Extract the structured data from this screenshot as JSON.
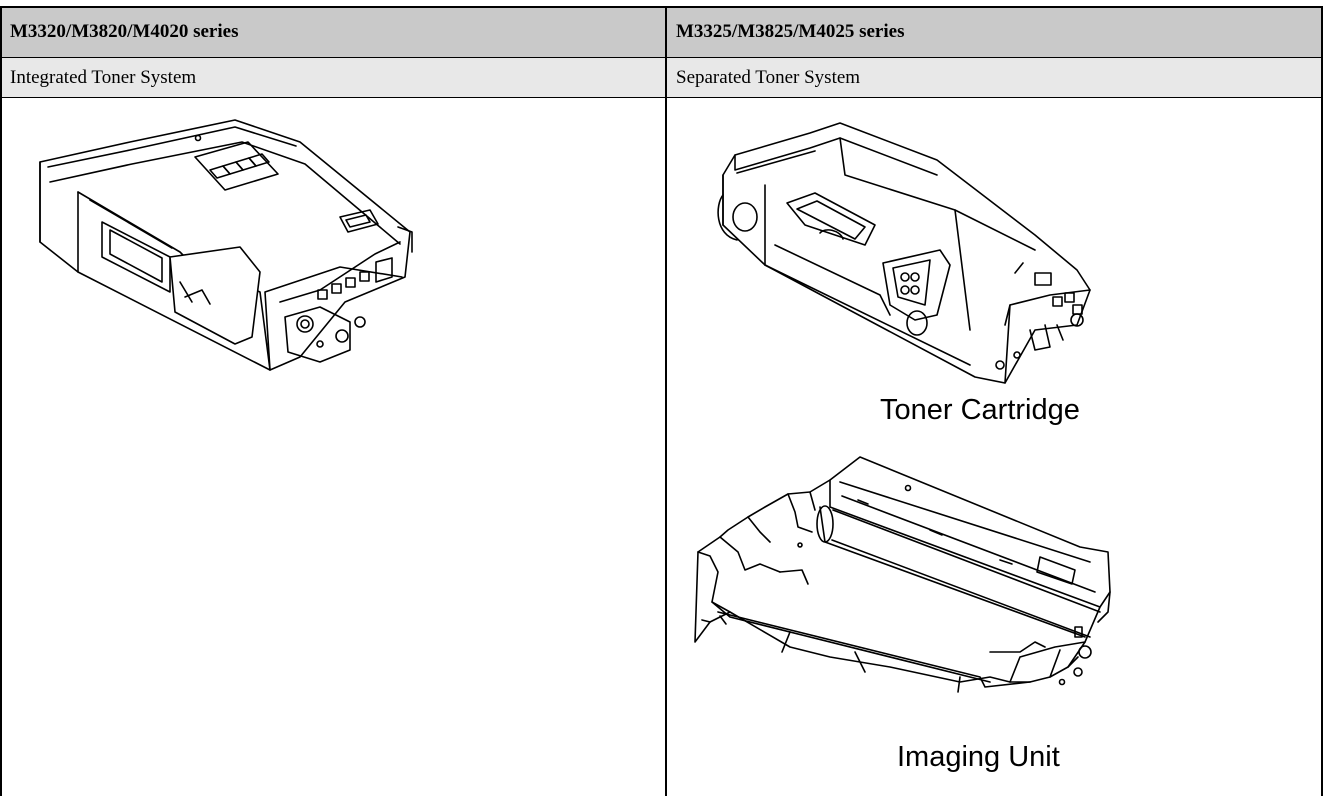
{
  "table": {
    "headers": [
      "M3320/M3820/M4020 series",
      "M3325/M3825/M4025 series"
    ],
    "rows": [
      [
        "Integrated Toner System",
        "Separated Toner System"
      ]
    ]
  },
  "illustrations": {
    "left": {
      "icon": "integrated-toner-cartridge-illustration"
    },
    "right": [
      {
        "icon": "toner-cartridge-illustration",
        "caption": "Toner Cartridge"
      },
      {
        "icon": "imaging-unit-illustration",
        "caption": "Imaging Unit"
      }
    ]
  }
}
